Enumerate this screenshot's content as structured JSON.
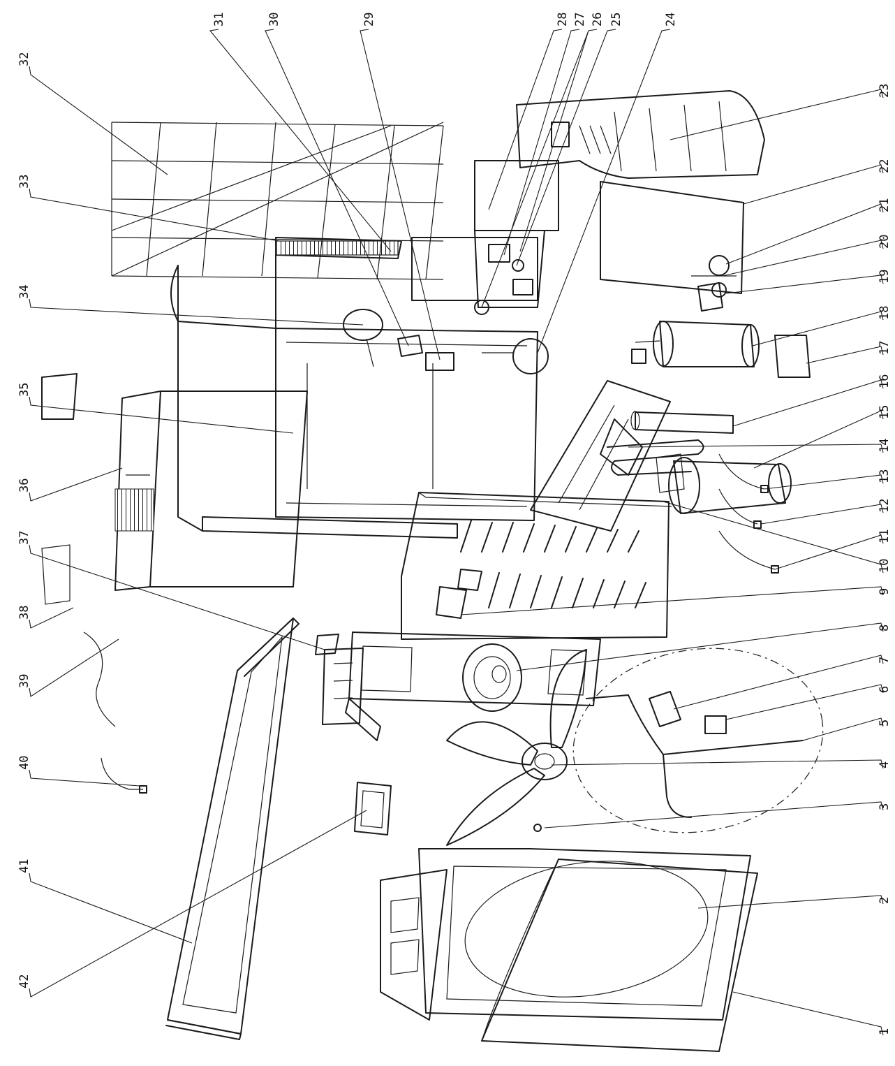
{
  "parts": [
    {
      "label": "1"
    },
    {
      "label": "2"
    },
    {
      "label": "3"
    },
    {
      "label": "4"
    },
    {
      "label": "5"
    },
    {
      "label": "6"
    },
    {
      "label": "7"
    },
    {
      "label": "8"
    },
    {
      "label": "9"
    },
    {
      "label": "10"
    },
    {
      "label": "11"
    },
    {
      "label": "12"
    },
    {
      "label": "13"
    },
    {
      "label": "14"
    },
    {
      "label": "15"
    },
    {
      "label": "16"
    },
    {
      "label": "17"
    },
    {
      "label": "18"
    },
    {
      "label": "19"
    },
    {
      "label": "20"
    },
    {
      "label": "21"
    },
    {
      "label": "22"
    },
    {
      "label": "23"
    },
    {
      "label": "24"
    },
    {
      "label": "25"
    },
    {
      "label": "26"
    },
    {
      "label": "27"
    },
    {
      "label": "28"
    },
    {
      "label": "29"
    },
    {
      "label": "30"
    },
    {
      "label": "31"
    },
    {
      "label": "32"
    },
    {
      "label": "33"
    },
    {
      "label": "34"
    },
    {
      "label": "35"
    },
    {
      "label": "36"
    },
    {
      "label": "37"
    },
    {
      "label": "38"
    },
    {
      "label": "39"
    },
    {
      "label": "40"
    },
    {
      "label": "41"
    },
    {
      "label": "42"
    }
  ]
}
